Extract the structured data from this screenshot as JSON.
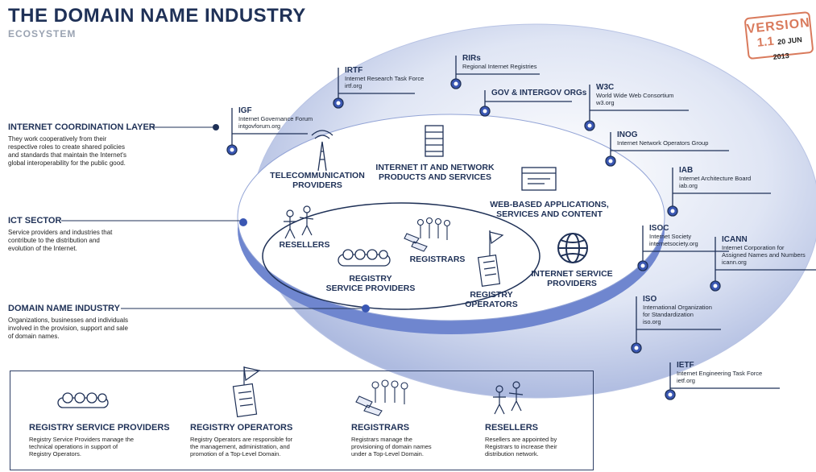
{
  "header": {
    "title": "THE DOMAIN NAME INDUSTRY",
    "subtitle": "ECOSYSTEM"
  },
  "stamp": {
    "version": "VERSION",
    "number": "1.1",
    "date": "20 JUN 2013"
  },
  "layers": [
    {
      "title": "INTERNET COORDINATION LAYER",
      "text": [
        "They work cooperatively from their",
        "respective roles to create shared policies",
        "and standards that maintain the Internet's",
        "global interoperability for the public good."
      ]
    },
    {
      "title": "ICT SECTOR",
      "text": [
        "Service providers and industries that",
        "contribute to the distribution and",
        "evolution of the Internet."
      ]
    },
    {
      "title": "DOMAIN NAME INDUSTRY",
      "text": [
        "Organizations, businesses and individuals",
        "involved in the provision, support and sale",
        "of domain names."
      ]
    }
  ],
  "orgs": [
    {
      "name": "IGF",
      "desc": [
        "Internet Governance Forum",
        "intgovforum.org"
      ]
    },
    {
      "name": "IRTF",
      "desc": [
        "Internet Research Task Force",
        "irtf.org"
      ]
    },
    {
      "name": "RIRs",
      "desc": [
        "Regional Internet Registries"
      ]
    },
    {
      "name": "GOV & INTERGOV ORGs",
      "desc": []
    },
    {
      "name": "W3C",
      "desc": [
        "World Wide Web Consortium",
        "w3.org"
      ]
    },
    {
      "name": "INOG",
      "desc": [
        "Internet Network Operators Group"
      ]
    },
    {
      "name": "IAB",
      "desc": [
        "Internet Architecture Board",
        "iab.org"
      ]
    },
    {
      "name": "ISOC",
      "desc": [
        "Internet Society",
        "internetsociety.org"
      ]
    },
    {
      "name": "ICANN",
      "desc": [
        "Internet Corporation for",
        "Assigned Names and Numbers",
        "icann.org"
      ]
    },
    {
      "name": "ISO",
      "desc": [
        "International Organization",
        "for Standardization",
        "iso.org"
      ]
    },
    {
      "name": "IETF",
      "desc": [
        "Internet Engineering Task Force",
        "ietf.org"
      ]
    }
  ],
  "ict": {
    "telecom": [
      "TELECOMMUNICATION",
      "PROVIDERS"
    ],
    "it": [
      "INTERNET IT AND NETWORK",
      "PRODUCTS AND SERVICES"
    ],
    "web": [
      "WEB-BASED APPLICATIONS,",
      "SERVICES AND CONTENT"
    ],
    "isp": [
      "INTERNET SERVICE",
      "PROVIDERS"
    ]
  },
  "dni": {
    "resellers": "RESELLERS",
    "registrars": "REGISTRARS",
    "rsp": [
      "REGISTRY",
      "SERVICE PROVIDERS"
    ],
    "ro": [
      "REGISTRY",
      "OPERATORS"
    ]
  },
  "legend": [
    {
      "title": "REGISTRY SERVICE PROVIDERS",
      "text": [
        "Registry Service Providers manage the",
        "technical operations in support of",
        "Registry Operators."
      ]
    },
    {
      "title": "REGISTRY OPERATORS",
      "text": [
        "Registry Operators are responsible for",
        "the management, administration, and",
        "promotion of a Top-Level Domain."
      ]
    },
    {
      "title": "REGISTRARS",
      "text": [
        "Registrars manage the",
        "provisioning of domain names",
        "under a Top-Level Domain."
      ]
    },
    {
      "title": "RESELLERS",
      "text": [
        "Resellers are appointed by",
        "Registrars to increase their",
        "distribution network."
      ]
    }
  ],
  "colors": {
    "outer": "#c9d3ec",
    "outer_edge": "#7d8fc9",
    "navy": "#1f3157",
    "accent": "#3a57b3"
  }
}
